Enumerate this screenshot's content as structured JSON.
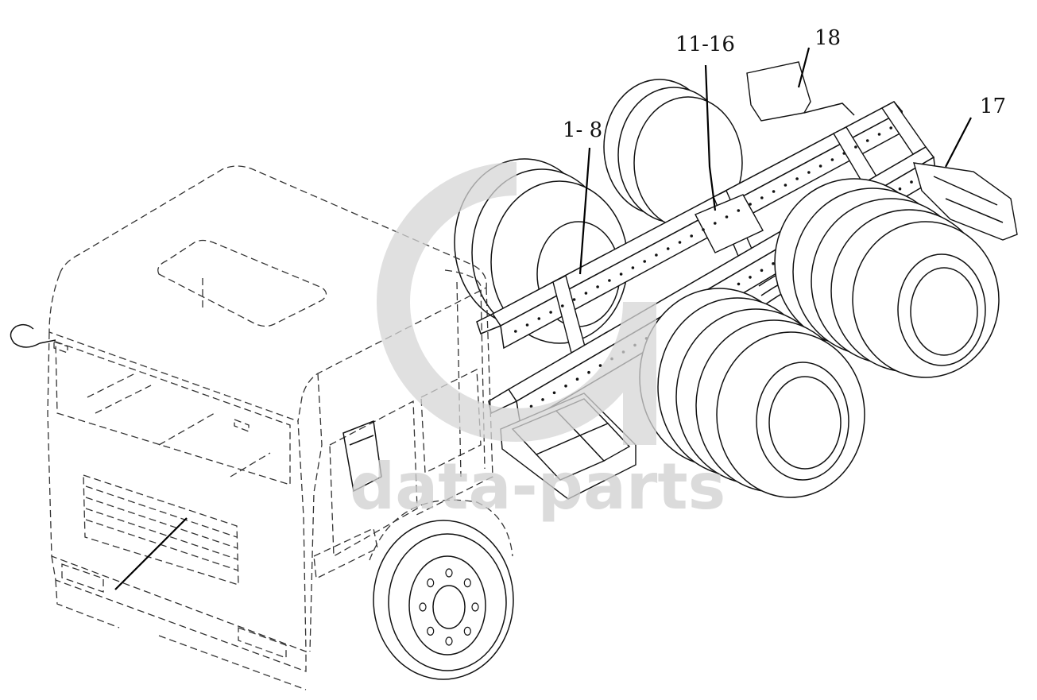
{
  "callouts": [
    {
      "text": "11-16"
    },
    {
      "text": "18"
    },
    {
      "text": "17"
    },
    {
      "text": "1- 8"
    }
  ],
  "watermark": {
    "text": "data-parts"
  },
  "colors": {
    "line": "#111111",
    "watermark": "#cfcfcf",
    "background": "#ffffff"
  }
}
